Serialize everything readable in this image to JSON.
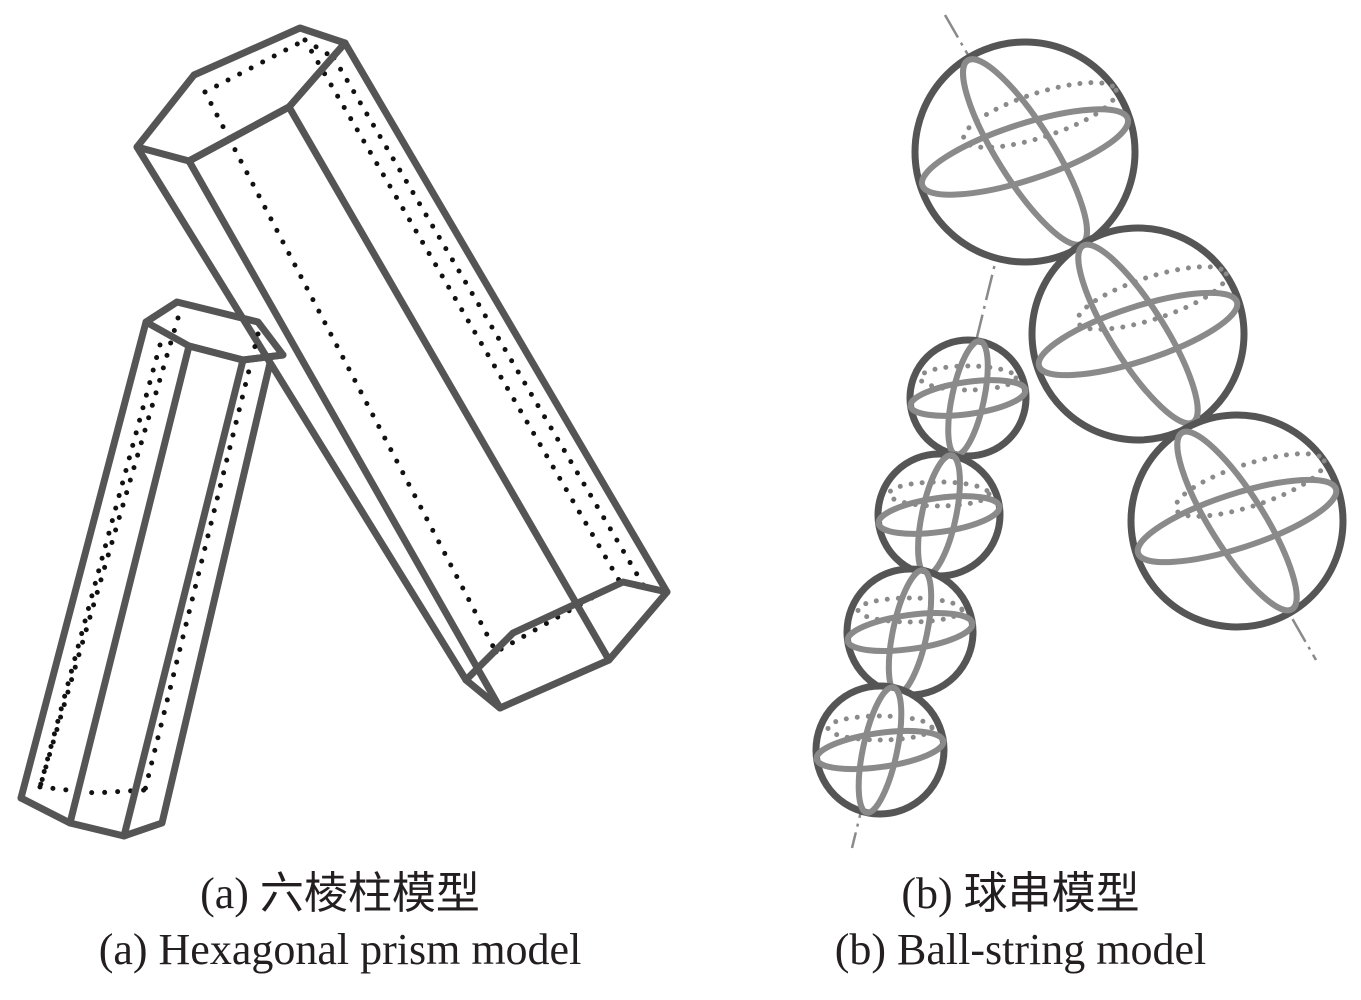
{
  "panel_a": {
    "caption_cn": "(a) 六棱柱模型",
    "caption_en": "(a) Hexagonal prism model"
  },
  "panel_b": {
    "caption_cn": "(b) 球串模型",
    "caption_en": "(b) Ball-string model"
  },
  "colors": {
    "outline": "#555555",
    "hidden_edge": "#111111",
    "ball_band": "#8a8a8a",
    "caption_text": "#231f20"
  }
}
